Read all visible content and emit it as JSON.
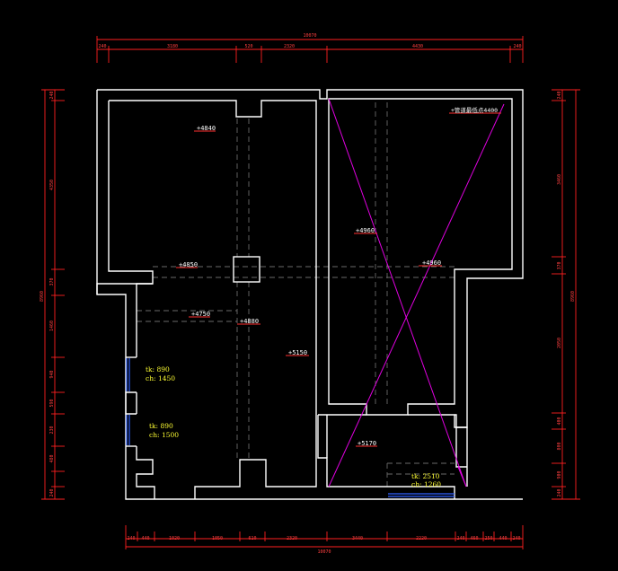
{
  "top_dims": {
    "overall": "10070",
    "segments": [
      "240",
      "3180",
      "520",
      "2320",
      "4430",
      "240"
    ]
  },
  "bottom_dims": {
    "overall": "10070",
    "segments": [
      "240",
      "440",
      "1020",
      "1050",
      "610",
      "2320",
      "3440",
      "2220",
      "240",
      "460",
      "250",
      "440",
      "240"
    ]
  },
  "left_dims": {
    "overall": "8960",
    "segments": [
      "240",
      "4350",
      "370",
      "1460",
      "940",
      "590",
      "230",
      "480",
      "240"
    ]
  },
  "right_dims": {
    "overall": "8960",
    "segments": [
      "240",
      "3460",
      "370",
      "2050",
      "400",
      "800",
      "900",
      "240"
    ]
  },
  "elevations": {
    "e1": "+4840",
    "e2": "+4850",
    "e3": "+4750",
    "e4": "+4880",
    "e5": "+5150",
    "e6": "+4960",
    "e7": "+4960",
    "e8": "+5170",
    "beam_note": "+管道最低点4400"
  },
  "windows": {
    "w1_tk": "tk: 890",
    "w1_ch": "ch: 1450",
    "w2_tk": "tk: 890",
    "w2_ch": "ch: 1500",
    "w3_tk": "tk: 2510",
    "w3_ch": "ch: 1260"
  },
  "colors": {
    "background": "#000000",
    "walls": "#ffffff",
    "dimensions": "#ff2020",
    "window_text": "#ffff33",
    "void_cross": "#e000e0",
    "glazing": "#3060ff"
  }
}
